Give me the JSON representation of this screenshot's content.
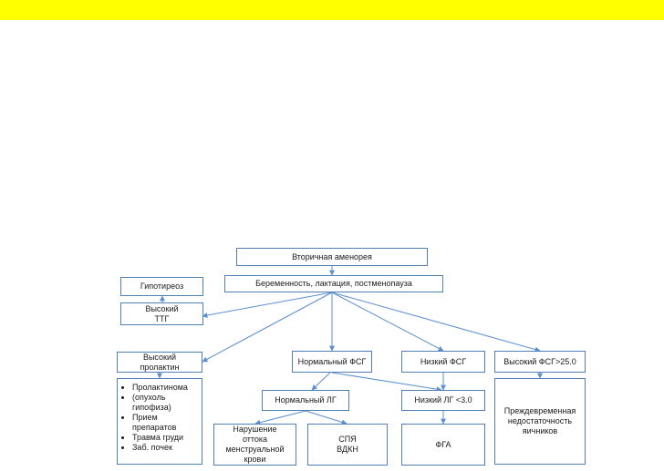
{
  "page": {
    "banner_color": "#ffff00",
    "box_border_color": "#4f7fb5",
    "arrow_color": "#5b8fd0"
  },
  "flowchart": {
    "nodes": {
      "secondary_amenorrhea": "Вторичная аменорея",
      "pregnancy": "Беременность, лактация, постменопауза",
      "hypothyroidism": "Гипотиреоз",
      "high_tsh": "Высокий\nТТГ",
      "high_prolactin": "Высокий\nпролактин",
      "normal_fsh": "Нормальный ФСГ",
      "low_fsh": "Низкий ФСГ",
      "high_fsh": "Высокий ФСГ>25.0",
      "normal_lh": "Нормальный ЛГ",
      "low_lh": "Низкий ЛГ <3.0",
      "outflow_disorder": "Нарушение\nоттока\nменструальной\nкрови",
      "pcos": "СПЯ\nВДКН",
      "fha": "ФГА",
      "premature_ovarian": "Преждевременная\nнедостаточность\nяичников"
    },
    "prolactin_causes": [
      "Пролактинома",
      "(опухоль\nгипофиза)",
      "Прием\nпрепаратов",
      "Травма груди",
      "Заб. почек"
    ]
  }
}
